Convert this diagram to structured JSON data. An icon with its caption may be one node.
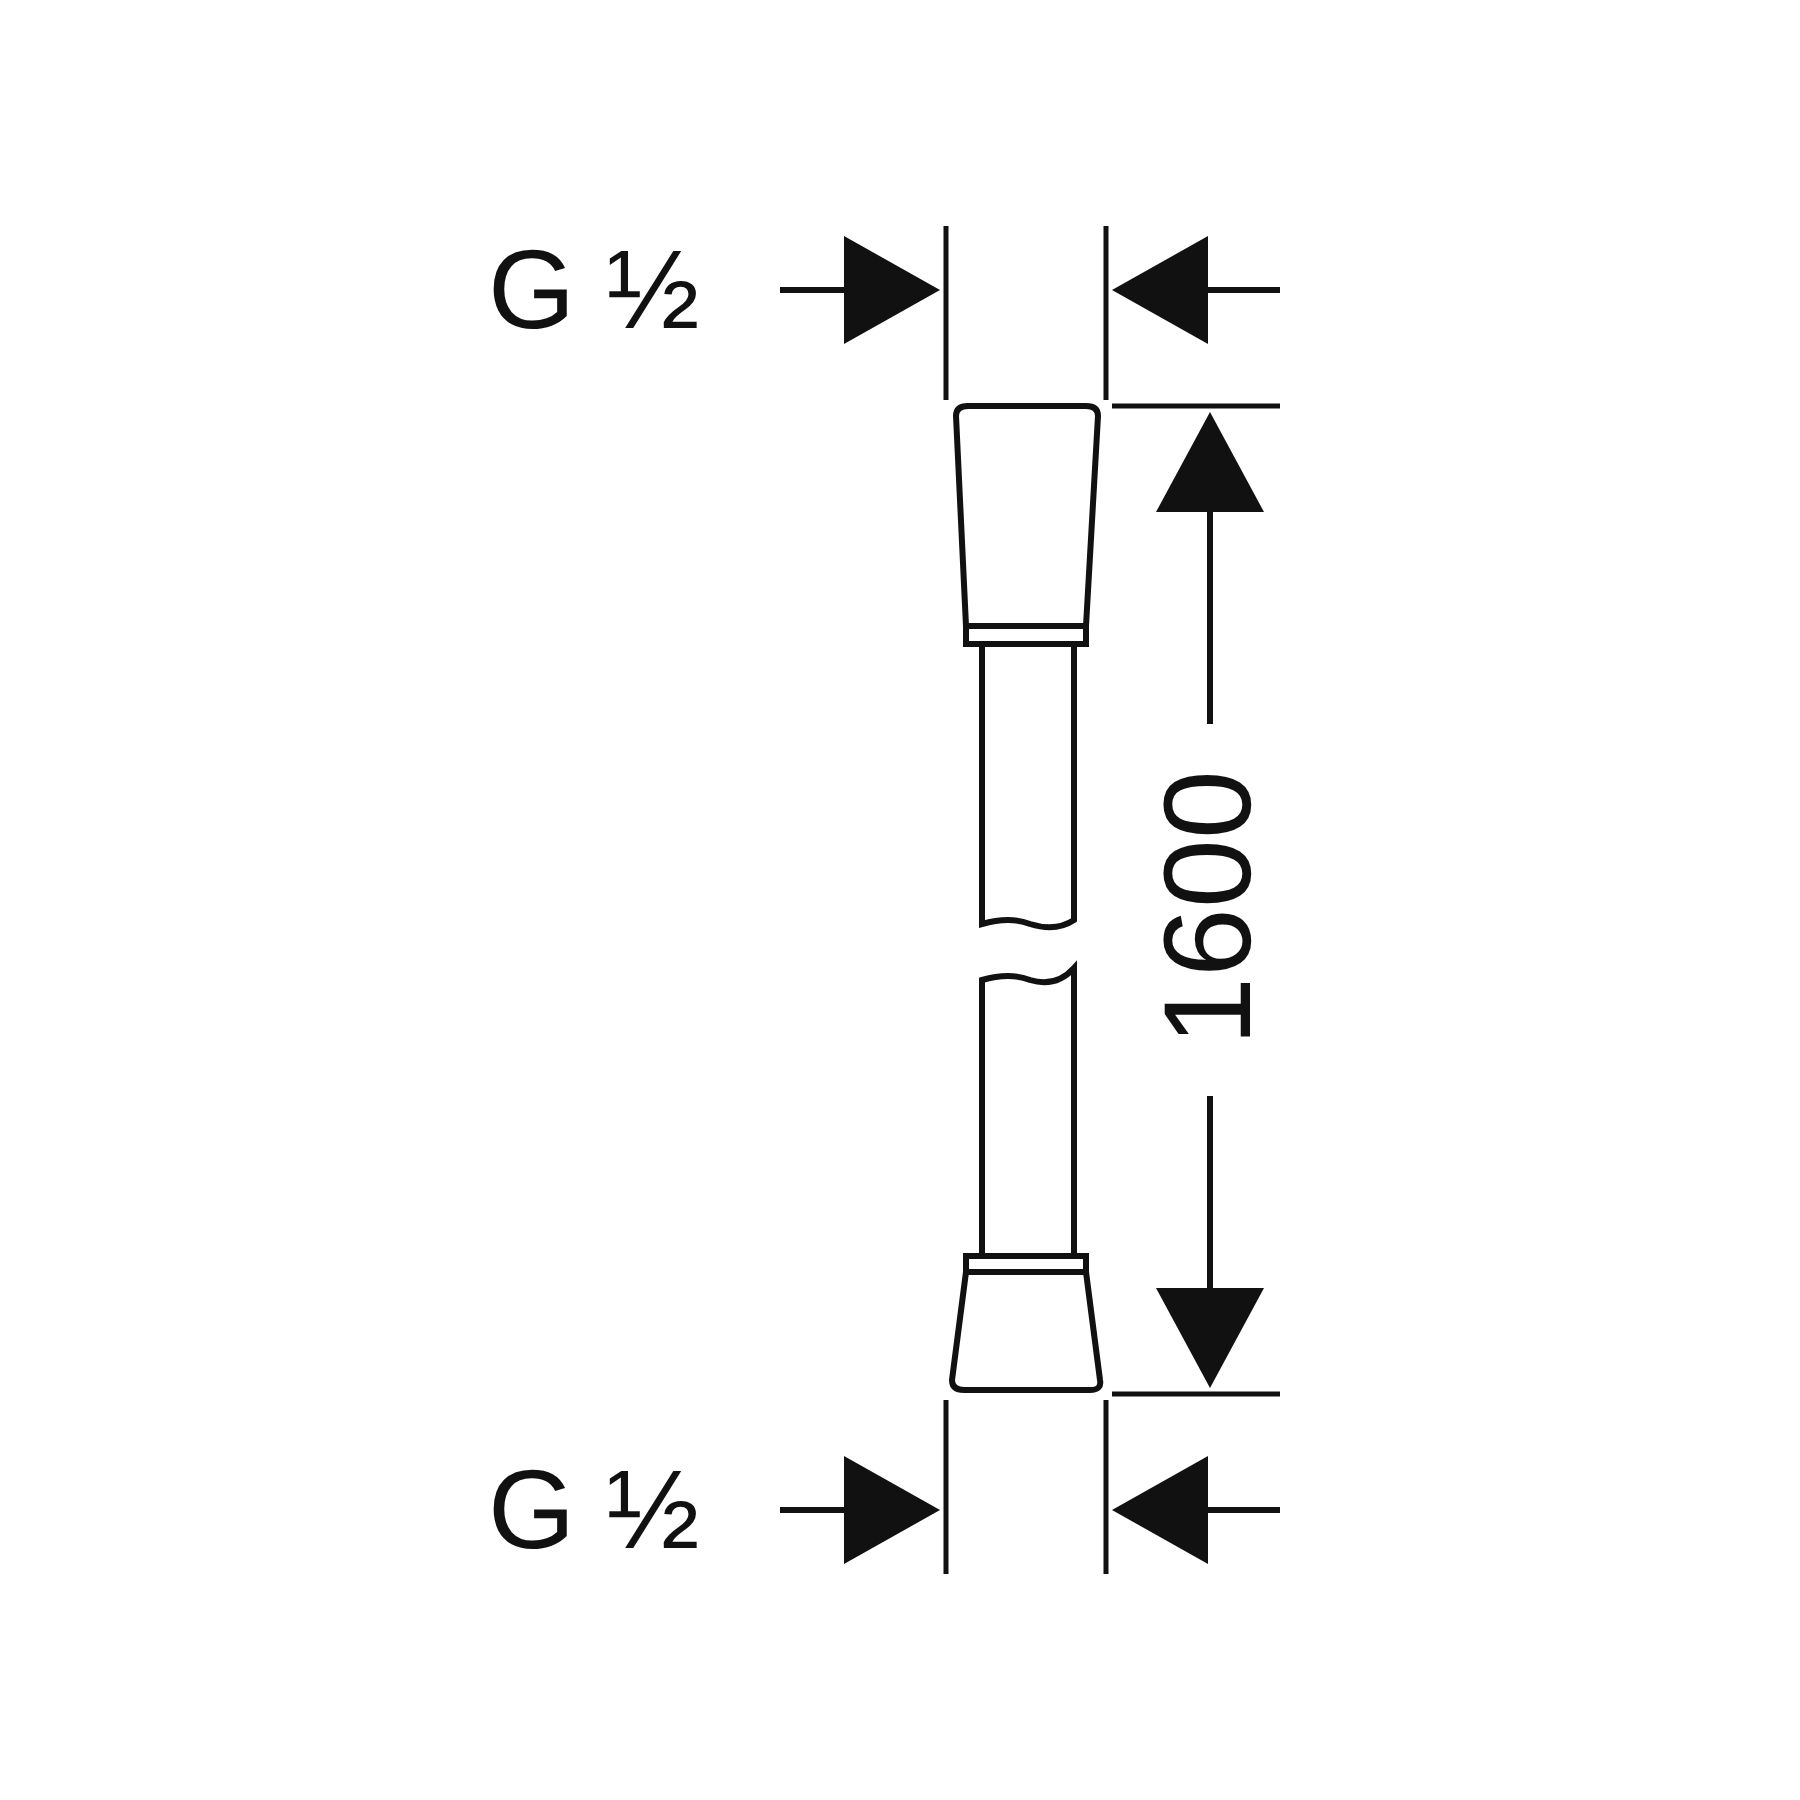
{
  "diagram": {
    "labels": [
      "G ½",
      "1600",
      "G ½"
    ]
  }
}
